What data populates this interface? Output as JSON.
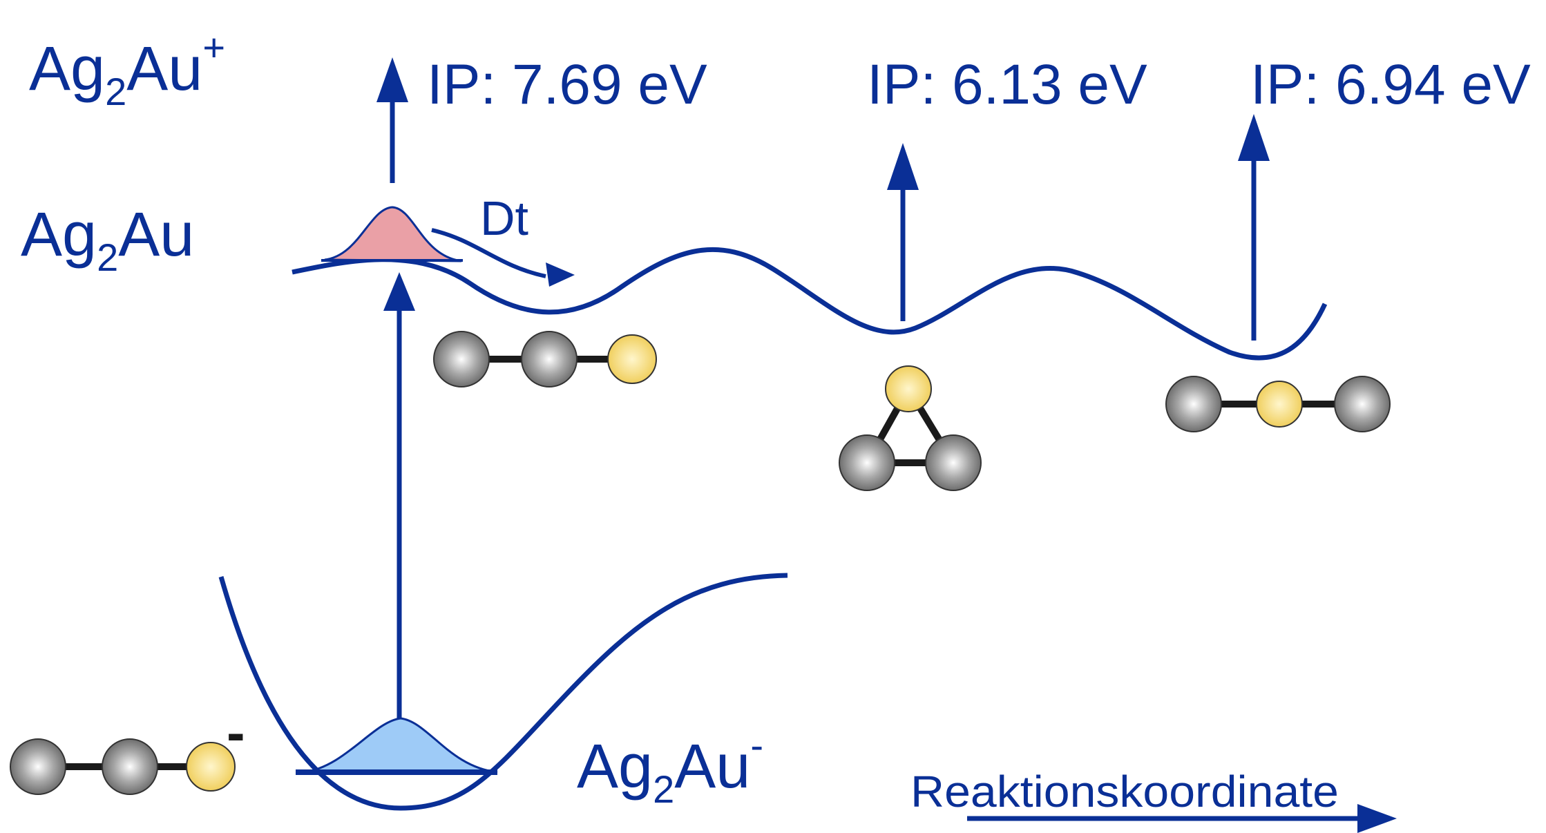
{
  "labels": {
    "cation": {
      "base": "Ag",
      "sub": "2",
      "rest": "Au",
      "sup": "+"
    },
    "neutral": {
      "base": "Ag",
      "sub": "2",
      "rest": "Au"
    },
    "anion": {
      "base": "Ag",
      "sub": "2",
      "rest": "Au",
      "sup": "-"
    },
    "anion_charge": "-",
    "delta_t": "Dt",
    "ip": [
      "IP: 7.69 eV",
      "IP: 6.13 eV",
      "IP: 6.94 eV"
    ],
    "axis": "Reaktionskoordinate"
  },
  "colors": {
    "curve": "#0a2f96",
    "anion_wavepacket": "#9ecbf7",
    "neutral_wavepacket": "#eaa0a6",
    "silver_atom": "#8c8c8c",
    "gold_atom": "#f2d36a",
    "bond": "#1a1a1a"
  },
  "structures": [
    {
      "name": "linear-ag-ag-au-anion",
      "atoms": [
        "Ag",
        "Ag",
        "Au"
      ]
    },
    {
      "name": "linear-ag-ag-au",
      "atoms": [
        "Ag",
        "Ag",
        "Au"
      ]
    },
    {
      "name": "triangular-ag2au",
      "atoms": [
        "Au",
        "Ag",
        "Ag"
      ]
    },
    {
      "name": "linear-ag-au-ag",
      "atoms": [
        "Ag",
        "Au",
        "Ag"
      ]
    }
  ]
}
